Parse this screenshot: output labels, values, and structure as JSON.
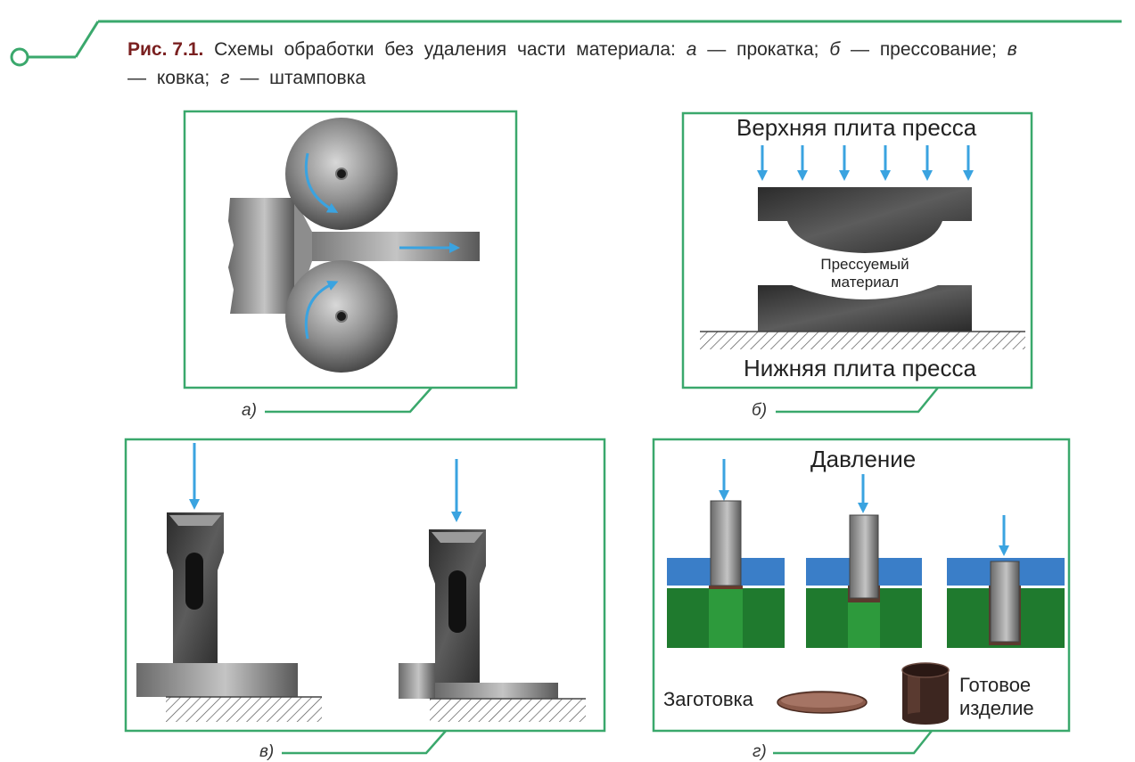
{
  "figure": {
    "number": "Рис. 7.1.",
    "title_part1": "Схемы обработки без удаления части материала:",
    "item_a_letter": "а",
    "item_a_text": "прокатка;",
    "item_b_letter": "б",
    "item_b_text": "прессование;",
    "item_v_letter": "в",
    "item_v_text": "ковка;",
    "item_g_letter": "г",
    "item_g_text": "штамповка",
    "dash": "—"
  },
  "panels": {
    "a": {
      "label": "а)"
    },
    "b": {
      "label": "б)",
      "top_plate": "Верхняя плита пресса",
      "material_line1": "Прессуемый",
      "material_line2": "материал",
      "bottom_plate": "Нижняя плита пресса"
    },
    "v": {
      "label": "в)"
    },
    "g": {
      "label": "г)",
      "pressure": "Давление",
      "blank": "Заготовка",
      "product_line1": "Готовое",
      "product_line2": "изделие"
    }
  },
  "colors": {
    "frame_green": "#3aa86c",
    "arrow_blue": "#3aa3e0",
    "steel_dark": "#3c3c3c",
    "steel_light": "#b8b8b8",
    "die_blue": "#3a7ec8",
    "die_green": "#1f7a2e",
    "blank_brown": "#8a5a4a"
  }
}
